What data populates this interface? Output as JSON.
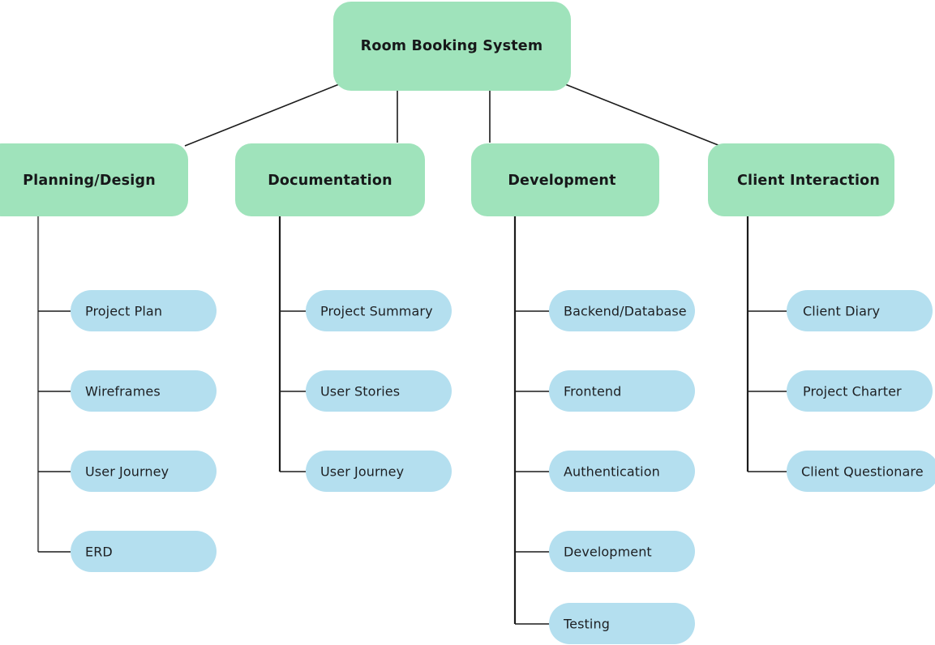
{
  "diagram": {
    "type": "mind-map",
    "title": "Room Booking System",
    "background_color": "#ffffff",
    "colors": {
      "root_fill": "#9FE3BB",
      "branch_fill": "#9FE3BB",
      "leaf_fill": "#B4DFEF",
      "text": "#17181a",
      "line": "#1b1b1b",
      "stem_gray": "#6f6f6f"
    },
    "root": {
      "label": "Room Booking System"
    },
    "branches": [
      {
        "label": "Planning/Design",
        "stem_color": "#6f6f6f",
        "leaves": [
          {
            "label": "Project Plan"
          },
          {
            "label": "Wireframes"
          },
          {
            "label": "User Journey"
          },
          {
            "label": "ERD"
          }
        ]
      },
      {
        "label": "Documentation",
        "stem_color": "#1b1b1b",
        "leaves": [
          {
            "label": "Project Summary"
          },
          {
            "label": "User Stories"
          },
          {
            "label": "User Journey"
          }
        ]
      },
      {
        "label": "Development",
        "stem_color": "#1b1b1b",
        "leaves": [
          {
            "label": "Backend/Database"
          },
          {
            "label": "Frontend"
          },
          {
            "label": "Authentication"
          },
          {
            "label": "Development"
          },
          {
            "label": "Testing"
          }
        ]
      },
      {
        "label": "Client Interaction",
        "stem_color": "#1b1b1b",
        "leaves": [
          {
            "label": "Client Diary"
          },
          {
            "label": "Project Charter"
          },
          {
            "label": "Client Questionare"
          }
        ]
      }
    ]
  }
}
